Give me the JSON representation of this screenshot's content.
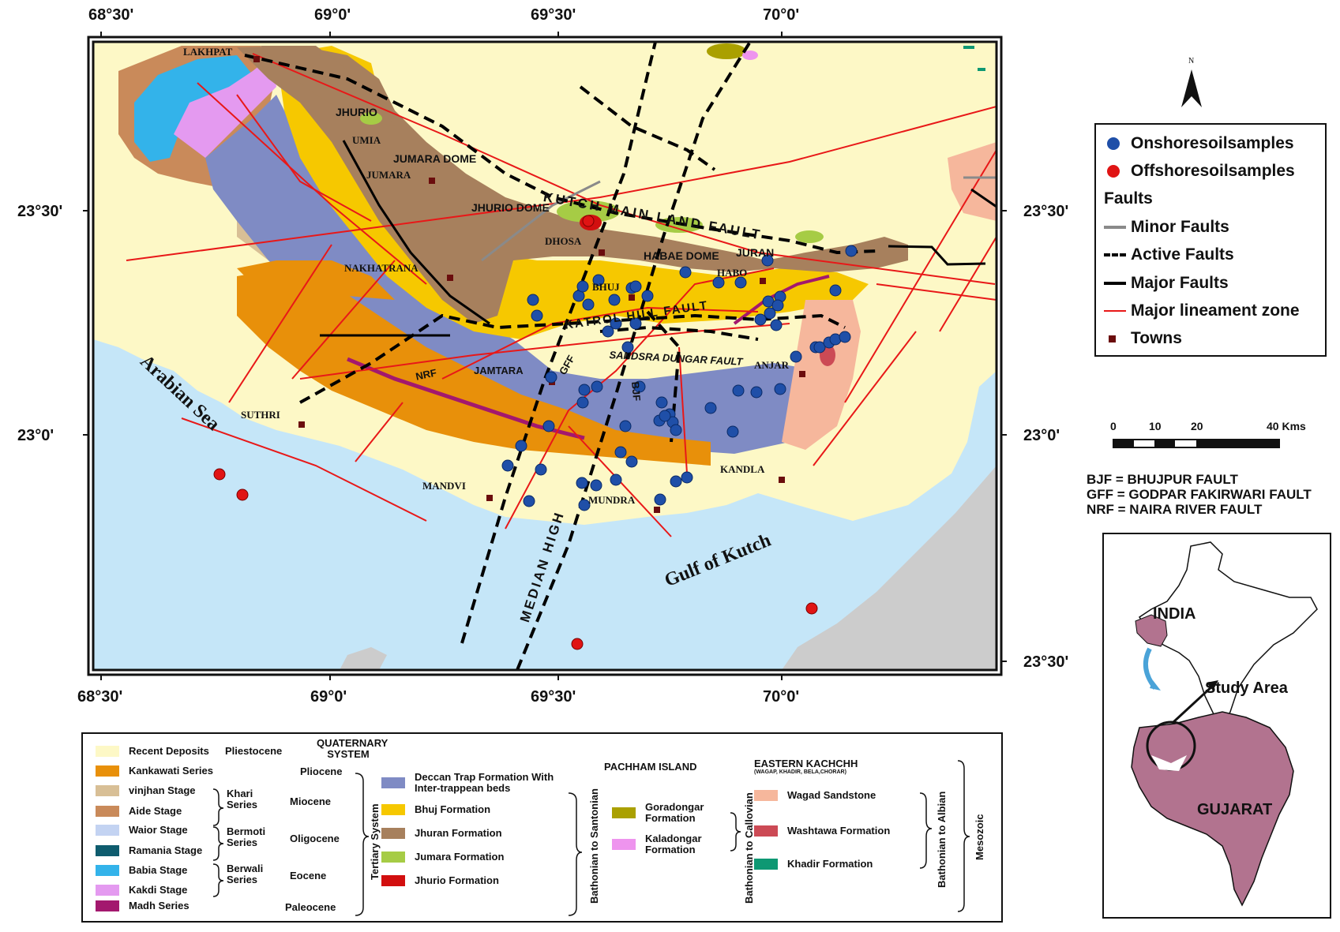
{
  "coordinates": {
    "top_lon": [
      "68°30'",
      "69°0'",
      "69°30'",
      "70°0'"
    ],
    "bottom_lon": [
      "68°30'",
      "69°0'",
      "69°30'",
      "70°0'"
    ],
    "left_lat": [
      "23°30'",
      "23°0'"
    ],
    "right_lat": [
      "23°30'",
      "23°0'",
      "23°30'"
    ]
  },
  "map_labels": {
    "lakhpat": "LAKHPAT",
    "jhurio": "JHURIO",
    "umia": "UMIA",
    "jumara_dome": "JUMARA DOME",
    "jumara": "JUMARA",
    "jhurio_dome": "JHURIO DOME",
    "kmlf": "KUTCH MAIN LAND FAULT",
    "dhosa": "DHOSA",
    "habae_dome": "HABAE DOME",
    "juran": "JURAN",
    "habo": "HABO",
    "nakhatrana": "NAKHATRANA",
    "bhuj": "BHUJ",
    "khf": "KATROL HILL FAULT",
    "sdf": "SANDSRA DUNGAR FAULT",
    "anjar": "ANJAR",
    "nrf": "NRF",
    "jamtara": "JAMTARA",
    "gff": "GFF",
    "bjf": "BJF",
    "suthri": "SUTHRI",
    "arabian_sea": "Arabian Sea",
    "mandvi": "MANDVI",
    "mundra": "MUNDRA",
    "kandla": "KANDLA",
    "median_high": "MEDIAN HIGH",
    "gulf_of_kutch": "Gulf of Kutch"
  },
  "north_arrow": "N",
  "legend": {
    "onshore": "Onshoresoilsamples",
    "offshore": "Offshoresoilsamples",
    "faults": "Faults",
    "minor": "Minor Faults",
    "active": "Active Faults",
    "major": "Major Faults",
    "lineament": "Major lineament zone",
    "towns": "Towns",
    "colors": {
      "onshore": "#1f4fa8",
      "offshore": "#e01414",
      "minor": "#8a8a8a",
      "active": "#000000",
      "major": "#000000",
      "lineament": "#e81818",
      "towns": "#6b0d0d"
    }
  },
  "scale": {
    "ticks": [
      "0",
      "10",
      "20",
      "40 Kms"
    ]
  },
  "abbreviations": [
    "BJF = BHUJPUR FAULT",
    "GFF = GODPAR FAKIRWARI FAULT",
    "NRF = NAIRA RIVER FAULT"
  ],
  "inset": {
    "india": "INDIA",
    "study_area": "Study Area",
    "gujarat": "GUJARAT"
  },
  "geology": {
    "col1": [
      {
        "label": "Recent Deposits",
        "color": "#fdf8c6"
      },
      {
        "label": "Kankawati Series",
        "color": "#e8900a"
      },
      {
        "label": "vinjhan Stage",
        "color": "#d8bf96"
      },
      {
        "label": "Aide Stage",
        "color": "#c98a5a"
      },
      {
        "label": "Waior Stage",
        "color": "#c3d3f2"
      },
      {
        "label": "Ramania Stage",
        "color": "#0e5c6e"
      },
      {
        "label": "Babia Stage",
        "color": "#33b3ea"
      },
      {
        "label": "Kakdi Stage",
        "color": "#e49af0"
      },
      {
        "label": "Madh Series",
        "color": "#a3186e"
      }
    ],
    "ages": {
      "pliestocene": "Pliestocene",
      "pliocene": "Pliocene",
      "miocene": "Miocene",
      "oligocene": "Oligocene",
      "eocene": "Eocene",
      "paleocene": "Paleocene"
    },
    "series": {
      "khari": "Khari Series",
      "bermoti": "Bermoti Series",
      "berwali": "Berwali Series"
    },
    "quaternary": "QUATERNARY SYSTEM",
    "tertiary": "Tertiary System",
    "col2": [
      {
        "label": "Deccan Trap Formation With Inter-trappean beds",
        "color": "#7f8bc4"
      },
      {
        "label": "Bhuj Formation",
        "color": "#f6c800"
      },
      {
        "label": "Jhuran Formation",
        "color": "#a7805d"
      },
      {
        "label": "Jumara Formation",
        "color": "#a6cc45"
      },
      {
        "label": "Jhurio Formation",
        "color": "#d20f0f"
      }
    ],
    "bathonian_santonian": "Bathonian to Santonian",
    "pachham_island": "PACHHAM ISLAND",
    "col3": [
      {
        "label": "Goradongar Formation",
        "color": "#aaa000"
      },
      {
        "label": "Kaladongar Formation",
        "color": "#ee94ee"
      }
    ],
    "bathonian_callovian": "Bathonian to Callovian",
    "eastern_kachchh": "EASTERN KACHCHH",
    "eastern_sub": "(WAGAP, KHADIR, BELA,CHORAR)",
    "col4": [
      {
        "label": "Wagad Sandstone",
        "color": "#f6b79c"
      },
      {
        "label": "Washtawa Formation",
        "color": "#cc4a55"
      },
      {
        "label": "Khadir Formation",
        "color": "#0e9873"
      }
    ],
    "bathonian_albian": "Bathonian to Albian",
    "mesozoic": "Mesozoic"
  }
}
